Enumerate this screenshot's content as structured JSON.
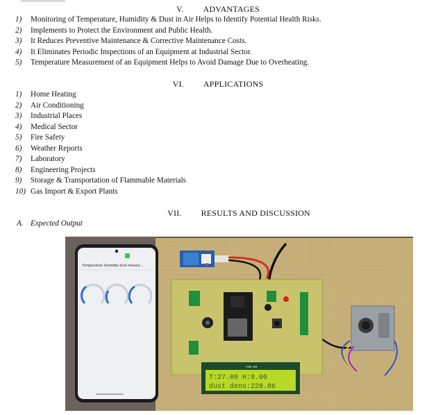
{
  "sections": {
    "advantages": {
      "number": "V.",
      "title": "ADVANTAGES",
      "items": [
        {
          "num": "1)",
          "text": "Monitoring of Temperature, Humidity & Dust in Air Helps to Identify Potential Health Risks."
        },
        {
          "num": "2)",
          "text": "Implements to Protect the Environment and Public Health."
        },
        {
          "num": "3)",
          "text": "It Reduces Preventive Maintenance & Corrective Maintenance Costs."
        },
        {
          "num": "4)",
          "text": "It Eliminates Periodic Inspections of an Equipment at Industrial Sector."
        },
        {
          "num": "5)",
          "text": "Temperature Measurement of an Equipment Helps to Avoid Damage Due to Overheating."
        }
      ]
    },
    "applications": {
      "number": "VI.",
      "title": "APPLICATIONS",
      "items": [
        {
          "num": "1)",
          "text": "Home Heating"
        },
        {
          "num": "2)",
          "text": "Air Conditioning"
        },
        {
          "num": "3)",
          "text": "Industrial Places"
        },
        {
          "num": "4)",
          "text": "Medical Sector"
        },
        {
          "num": "5)",
          "text": "Fire Safety"
        },
        {
          "num": "6)",
          "text": "Weather Reports"
        },
        {
          "num": "7)",
          "text": "Laboratory"
        },
        {
          "num": "8)",
          "text": "Engineering Projects"
        },
        {
          "num": "9)",
          "text": "Storage & Transportation of Flammable Materials"
        },
        {
          "num": "10)",
          "text": "Gas Import & Export Plants"
        }
      ]
    },
    "results": {
      "number": "VII.",
      "title": "RESULTS AND DISCUSSION",
      "subsection": {
        "num": "A.",
        "title": "Expected Output"
      }
    }
  },
  "photo": {
    "phone_app_title": "Temperature Humidity dust measur...",
    "lcd_line1": "T:27.00 H:9.00",
    "lcd_line2": "dust dens:228.86",
    "lcd_label": "YCB-DH",
    "colors": {
      "board": "#c9b27a",
      "pcb": "#c8c86a",
      "lcd": "#b9d82a",
      "phone": "#1c1c1e",
      "gauge": "#2f6bd6"
    }
  }
}
